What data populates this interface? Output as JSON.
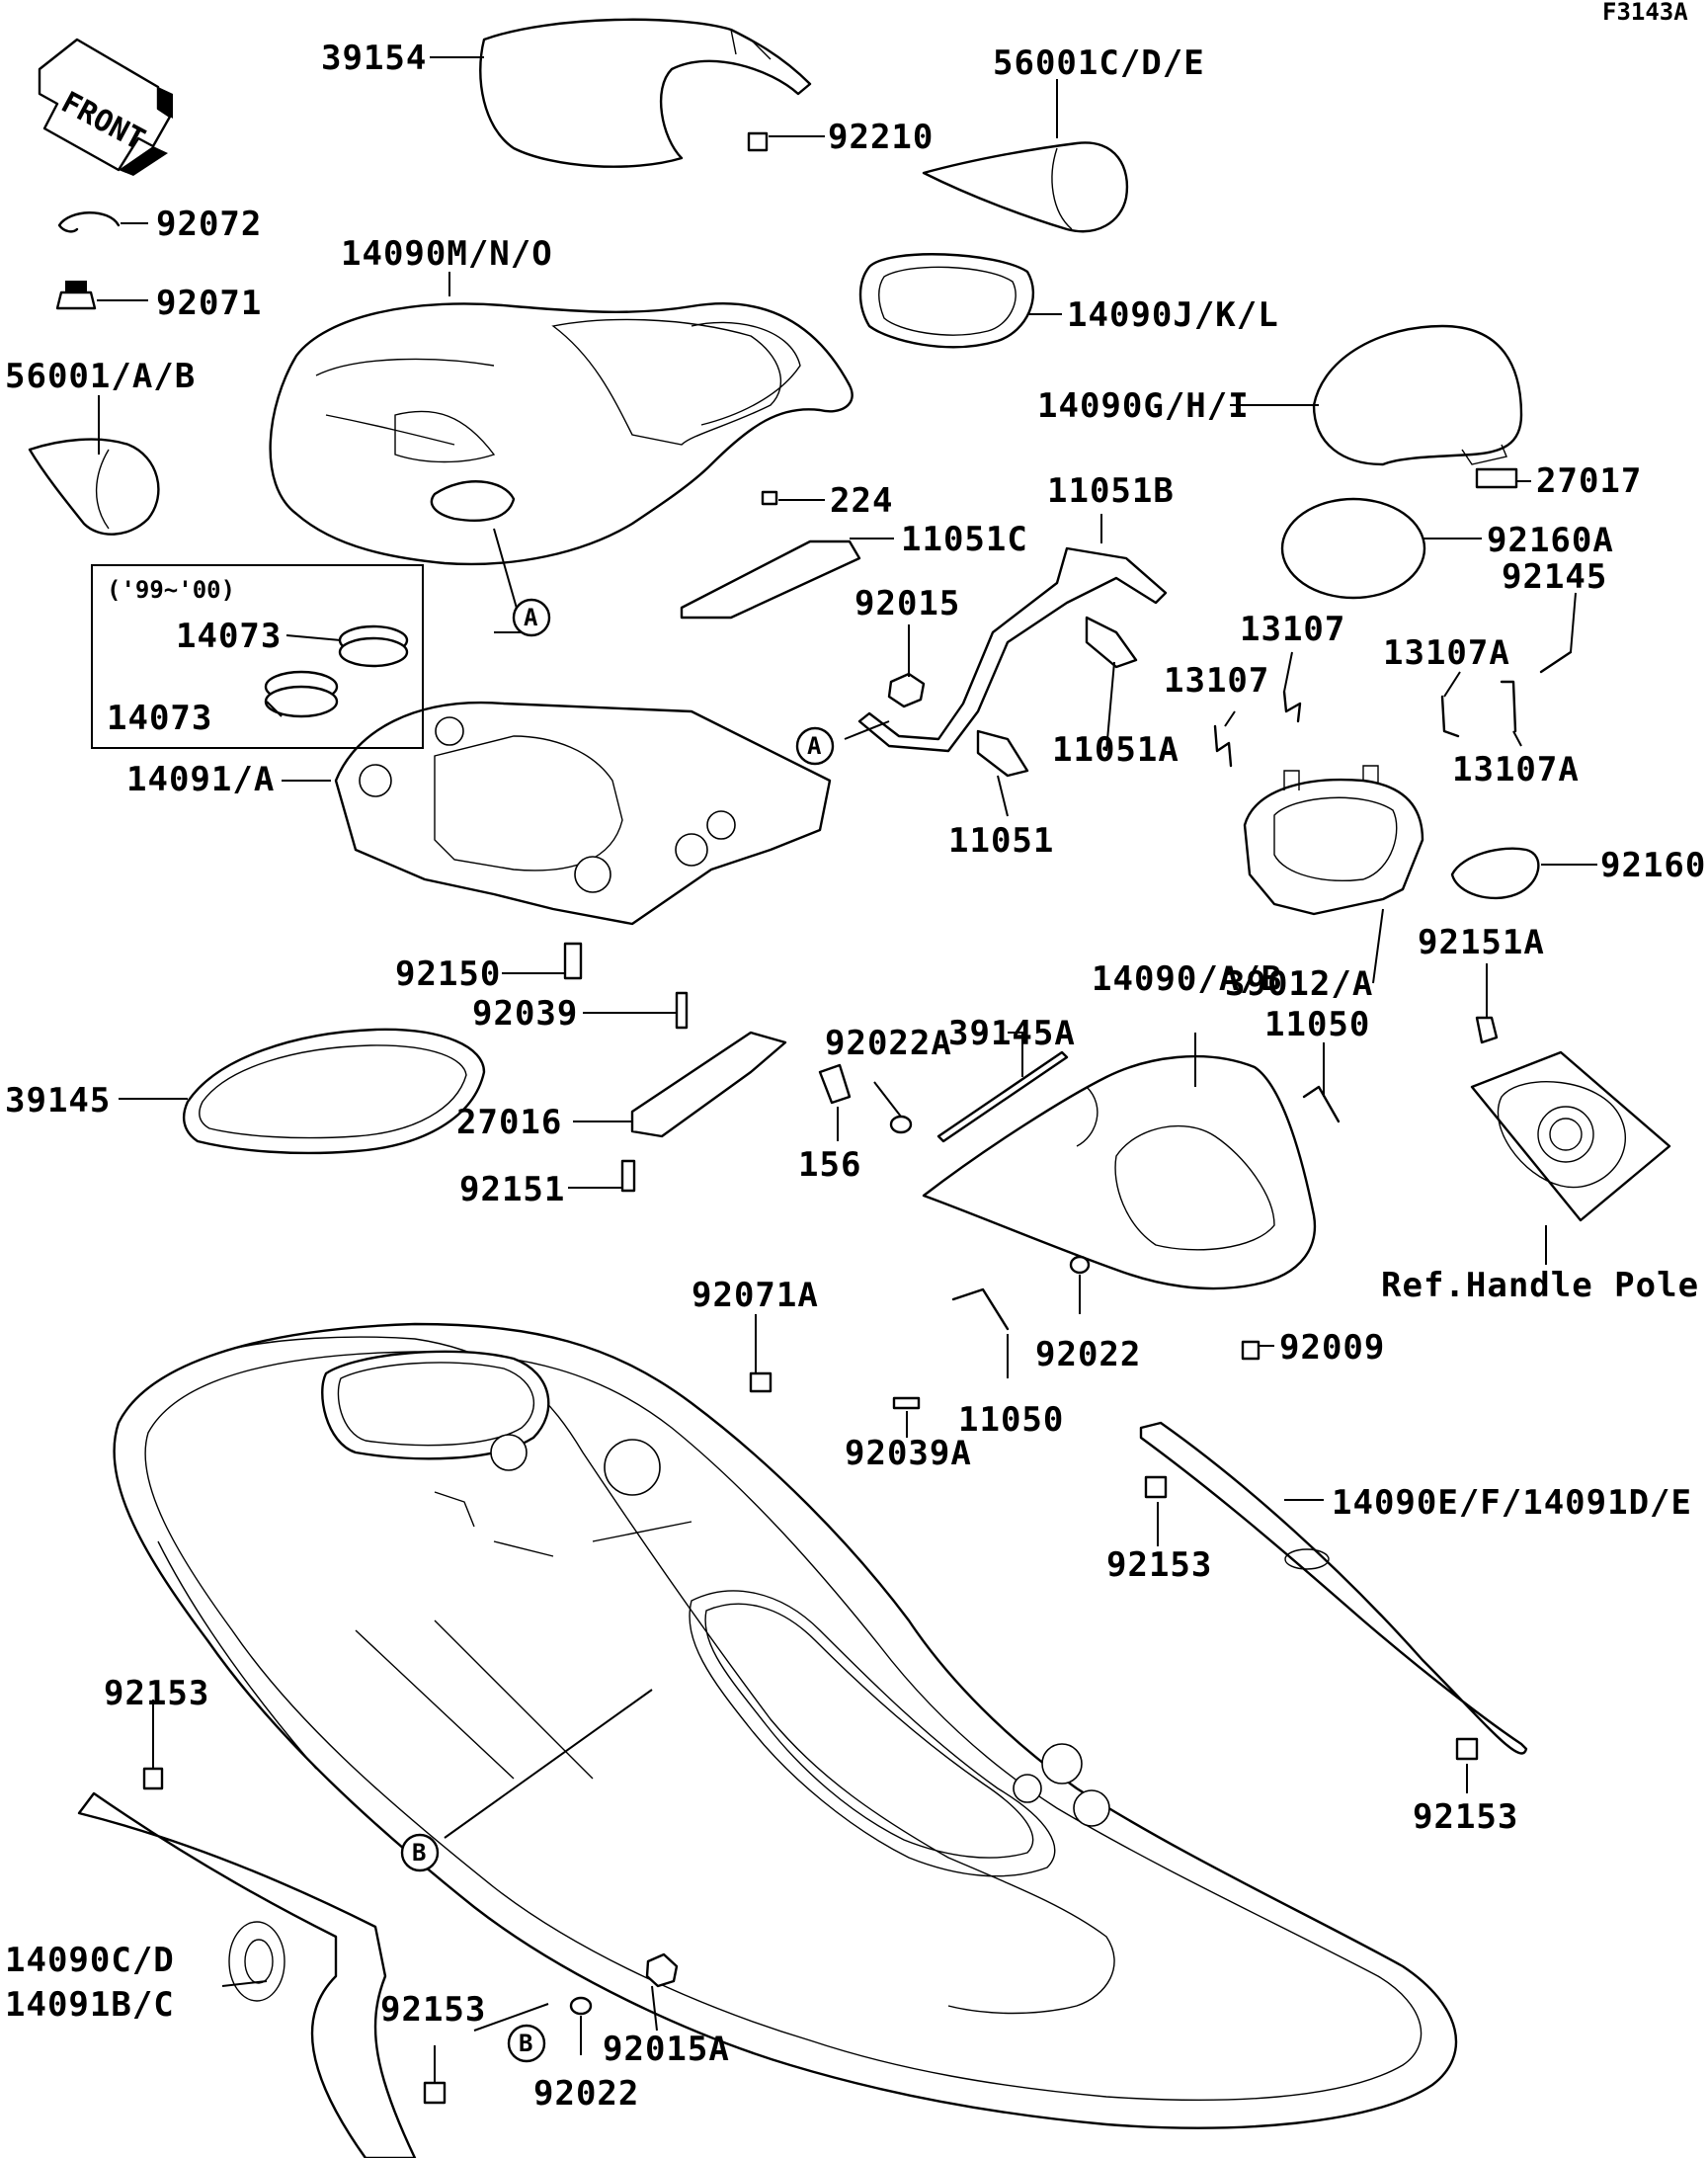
{
  "figure_code": "F3143A",
  "front_arrow_text": "FRONT",
  "ref_note": "Ref.Handle Pole",
  "year_box_label": "('99~'00)",
  "callout_a": "A",
  "callout_b": "B",
  "parts": {
    "p39154": "39154",
    "p92210": "92210",
    "p56001cde": "56001C/D/E",
    "p92072": "92072",
    "p92071": "92071",
    "p14090mno": "14090M/N/O",
    "p14090jkl": "14090J/K/L",
    "p56001ab": "56001/A/B",
    "p14090ghi": "14090G/H/I",
    "p224": "224",
    "p27017": "27017",
    "p11051b": "11051B",
    "p11051c": "11051C",
    "p92160a": "92160A",
    "p92145": "92145",
    "p14073_top": "14073",
    "p14073_bot": "14073",
    "p92015": "92015",
    "p13107_a": "13107",
    "p13107_b": "13107",
    "p13107a_a": "13107A",
    "p13107a_b": "13107A",
    "p11051a": "11051A",
    "p14091a": "14091/A",
    "p11051": "11051",
    "p92160": "92160",
    "p39012a": "39012/A",
    "p92151a": "92151A",
    "p92150": "92150",
    "p92039": "92039",
    "p39145a": "39145A",
    "p14090ab": "14090/A/B",
    "p92022a": "92022A",
    "p11050_top": "11050",
    "p39145": "39145",
    "p27016": "27016",
    "p156": "156",
    "p92151": "92151",
    "p92071a": "92071A",
    "p92022_mid": "92022",
    "p92009": "92009",
    "p11050_bot": "11050",
    "p92039a": "92039A",
    "p14090ef": "14090E/F/14091D/E",
    "p92153_right": "92153",
    "p92153_left": "92153",
    "p92153_br": "92153",
    "p14090cd": "14090C/D",
    "p14091bc": "14091B/C",
    "p92153_bottom": "92153",
    "p92015a": "92015A",
    "p92022_bottom": "92022"
  }
}
